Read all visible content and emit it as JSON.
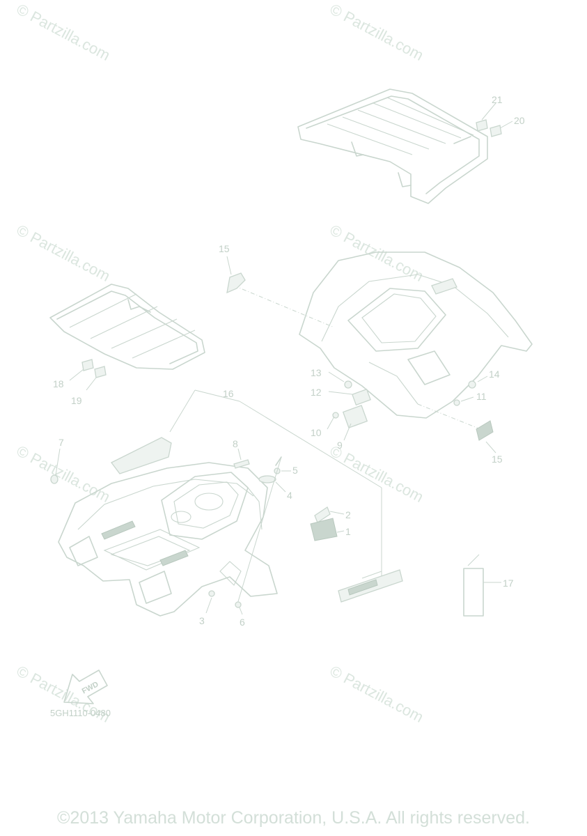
{
  "watermark_text": "© Partzilla.com",
  "diagram_code": "5GH1110-0480",
  "fwd_label": "FWD",
  "copyright": "©2013 Yamaha Motor Corporation, U.S.A. All rights reserved.",
  "callouts": {
    "c1": "1",
    "c2": "2",
    "c3": "3",
    "c4": "4",
    "c5": "5",
    "c6": "6",
    "c7": "7",
    "c8": "8",
    "c9": "9",
    "c10": "10",
    "c11": "11",
    "c12": "12",
    "c13": "13",
    "c14": "14",
    "c15a": "15",
    "c15b": "15",
    "c16": "16",
    "c17": "17",
    "c18": "18",
    "c19": "19",
    "c20": "20",
    "c21": "21"
  },
  "colors": {
    "line": "#c9d6ce",
    "watermark": "#dbe6df",
    "text": "#c2d0c7"
  }
}
